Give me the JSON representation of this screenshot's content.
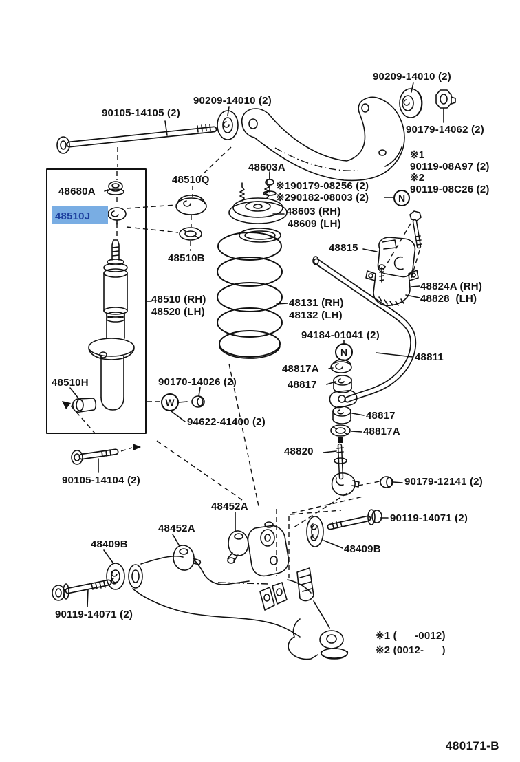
{
  "colors": {
    "line": "#111111",
    "highlight_bg": "#79ADE3",
    "highlight_text": "#1D3F9E",
    "background": "#FFFFFF"
  },
  "labels": {
    "l90209_top_left": "90209-14010 (2)",
    "l90209_top_right": "90209-14010 (2)",
    "l90105_14105": "90105-14105 (2)",
    "l90179_14062": "90179-14062 (2)",
    "note1_mark": "※1",
    "l90119_08a97": "90119-08A97 (2)",
    "note2_mark": "※2",
    "l90119_08c26": "90119-08C26 (2)",
    "l48603a": "48603A",
    "l190179_08256": "※190179-08256 (2)",
    "l290182_08003": "※290182-08003 (2)",
    "l48603": "48603 (RH)",
    "l48609": "48609 (LH)",
    "l48680a": "48680A",
    "l48510j": "48510J",
    "l48510q": "48510Q",
    "l48510b": "48510B",
    "l48510": "48510 (RH)",
    "l48520": "48520 (LH)",
    "l48131": "48131 (RH)",
    "l48132": "48132 (LH)",
    "l48815": "48815",
    "l48824a": "48824A (RH)",
    "l48828": "48828  (LH)",
    "l94184": "94184-01041 (2)",
    "l48817a_upper": "48817A",
    "l48817_upper": "48817",
    "l48811": "48811",
    "l48817_lower": "48817",
    "l48817a_lower": "48817A",
    "l48510h": "48510H",
    "l90170": "90170-14026 (2)",
    "l94622": "94622-41400 (2)",
    "l48820": "48820",
    "l90179_12141": "90179-12141 (2)",
    "l90105_14104": "90105-14104 (2)",
    "l48452a_mid": "48452A",
    "l48452a_left": "48452A",
    "l90119_right": "90119-14071 (2)",
    "l48409b_right": "48409B",
    "l48409b_left": "48409B",
    "l90119_left": "90119-14071 (2)",
    "note1_range": "※1 (      -0012)",
    "note2_range": "※2 (0012-      )"
  },
  "markers": {
    "nut": "N",
    "washer": "W"
  },
  "footer": {
    "diagram_code": "480171-B"
  }
}
